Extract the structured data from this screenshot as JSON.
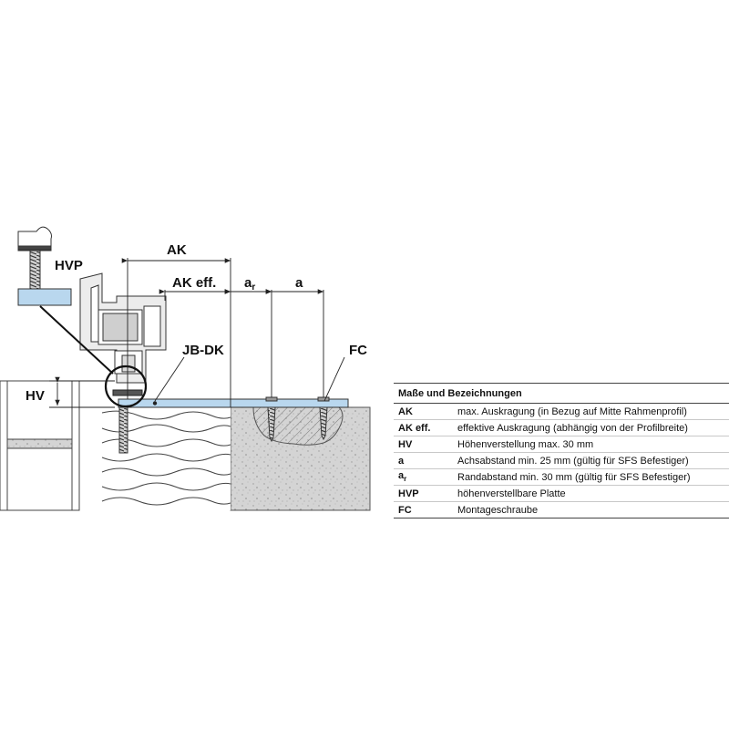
{
  "labels": {
    "hvp": "HVP",
    "ak": "AK",
    "ak_eff": "AK eff.",
    "ar_main": "a",
    "ar_sub": "r",
    "a": "a",
    "jb_dk": "JB-DK",
    "fc": "FC",
    "hv": "HV"
  },
  "legend": {
    "title": "Maße und Bezeichnungen",
    "rows": [
      {
        "key": "AK",
        "key_sub": "",
        "desc": "max. Auskragung (in Bezug auf Mitte Rahmenprofil)"
      },
      {
        "key": "AK eff.",
        "key_sub": "",
        "desc": "effektive Auskragung (abhängig von der Profilbreite)"
      },
      {
        "key": "HV",
        "key_sub": "",
        "desc": "Höhenverstellung max. 30 mm"
      },
      {
        "key": "a",
        "key_sub": "",
        "desc": "Achsabstand min. 25 mm (gültig für SFS Befestiger)"
      },
      {
        "key": "a",
        "key_sub": "r",
        "desc": "Randabstand min. 30 mm (gültig für SFS Befestiger)"
      },
      {
        "key": "HVP",
        "key_sub": "",
        "desc": "höhenverstellbare Platte"
      },
      {
        "key": "FC",
        "key_sub": "",
        "desc": "Montageschraube"
      }
    ]
  },
  "colors": {
    "plate": "#b9d7ee",
    "concrete": "#d2d2d2",
    "frame": "#e6e6e6",
    "line": "#222222"
  }
}
